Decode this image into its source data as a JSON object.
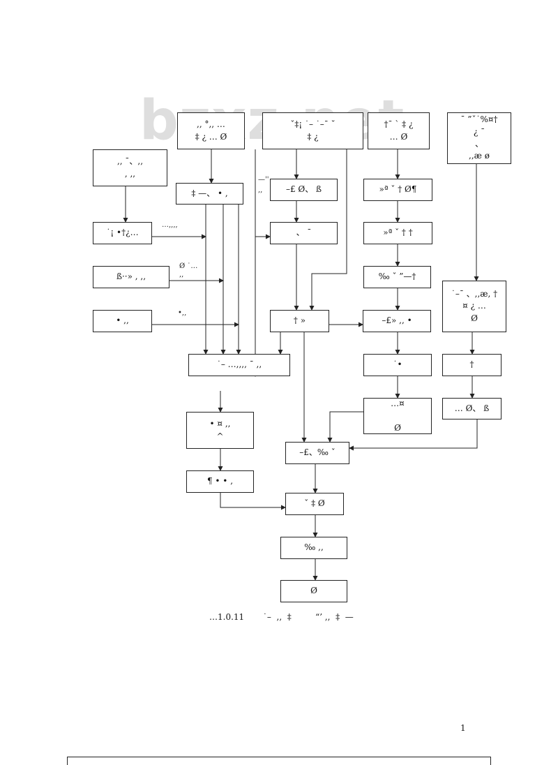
{
  "watermark": "bzxz.net",
  "boxes": {
    "b1": ",,     °,, …\n‡  ¿  … Ø",
    "b2": "ˇ‡¡   ˙–  ˙–¯ ˘\n‡    ¿",
    "b3": "†ˉ `  ‡  ¿\n…     Ø",
    "b4": "¯ ”ˇ˙%¤†\n¿          ¯\n、\n,,æ      ø",
    "b5": ",,          ¯、,,\n,         ,,",
    "b6": "‡ —、 • ,",
    "b7": "–£ Ø、      ß",
    "b8": "»ª  ˇ †     Ø¶",
    "b9": "˙¡  •†¿…",
    "b10": "、    ¯",
    "b11": "»ª  ˇ †     †",
    "b12": "ß··»   ,       ,,",
    "b13": "‰ ˇ ”—†",
    "b14": "˙–¯  、,,æ, †\n¤ ¿ …\nØ",
    "b15": "•   ,,",
    "b16": "†            »",
    "b17": "–£»  ,,  •",
    "b18": "˙–     …,,,,  ¯  ,,",
    "b19": "˙•",
    "b20": "†",
    "b21": "…¤\n\nØ",
    "b22": "… Ø、      ß",
    "b23": "•   ¤              ,,\n^",
    "b24": "–£、‰ ˇ",
    "b25": "¶     •  • ,",
    "b26": "ˇ    ‡       Ø",
    "b27": "‰          ,,",
    "b28": "Ø"
  },
  "labels": {
    "l1": "…,,,,",
    "l2": "Ø ˙…\n,,",
    "l3": "•,,",
    "l4": "—''\n,,"
  },
  "caption": "…1.0.11       ˙–  ,,  ‡         “’ ,,  ‡  —",
  "page_number": "1"
}
